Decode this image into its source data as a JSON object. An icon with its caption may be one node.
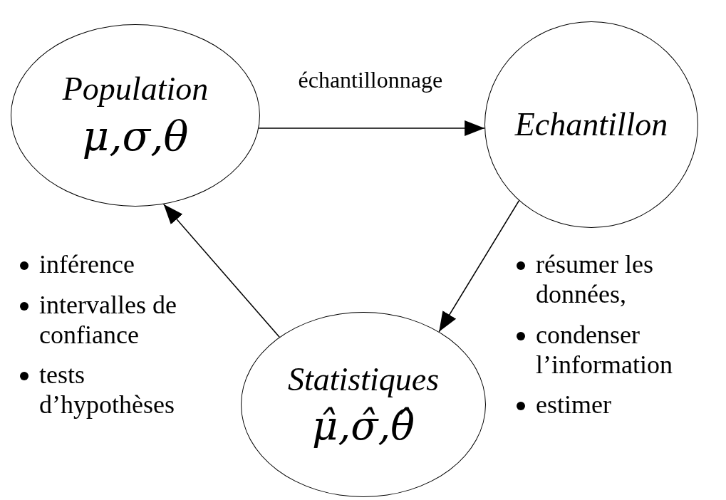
{
  "diagram": {
    "nodes": [
      {
        "text": [
          "Population",
          "μ,σ,θ"
        ]
      },
      {
        "text": [
          "Echantillon"
        ]
      },
      {
        "text": [
          "Statistiques",
          "μ̂,σ̂,θ̂"
        ]
      }
    ],
    "edges": [
      {
        "from": 0,
        "to": 1,
        "arrow": "to",
        "label": "échantillonnage"
      },
      {
        "from": 1,
        "to": 2,
        "arrow": "to"
      },
      {
        "from": 2,
        "to": 0,
        "arrow": "to"
      }
    ],
    "labels": [
      "inférence",
      "intervalles de confiance",
      "tests d’hypothèses",
      "résumer les données,",
      "condenser l’information",
      "estimer"
    ]
  }
}
